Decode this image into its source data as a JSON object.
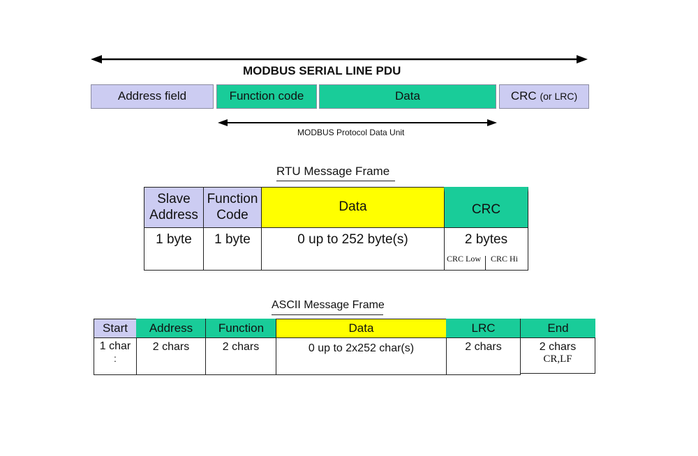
{
  "pdu": {
    "title": "MODBUS SERIAL LINE PDU",
    "fields": {
      "address": "Address field",
      "function": "Function code",
      "data": "Data",
      "crc_main": "CRC",
      "crc_alt": "(or LRC)"
    },
    "protocol_unit_label": "MODBUS Protocol Data Unit"
  },
  "rtu": {
    "title": "RTU Message Frame",
    "headers": {
      "slave_address": "Slave\nAddress",
      "function_code": "Function\nCode",
      "data": "Data",
      "crc": "CRC"
    },
    "values": {
      "slave_address": "1 byte",
      "function_code": "1 byte",
      "data": "0 up to 252 byte(s)",
      "crc": "2 bytes",
      "crc_low": "CRC Low",
      "crc_hi": "CRC Hi"
    }
  },
  "ascii": {
    "title": "ASCII Message Frame",
    "headers": {
      "start": "Start",
      "address": "Address",
      "function": "Function",
      "data": "Data",
      "lrc": "LRC",
      "end": "End"
    },
    "values": {
      "start": "1 char",
      "start_char": ":",
      "address": "2 chars",
      "function": "2 chars",
      "data": "0 up to 2x252 char(s)",
      "lrc": "2 chars",
      "end": "2 chars",
      "end_chars": "CR,LF"
    }
  },
  "colors": {
    "lavender": "#ccccf2",
    "teal": "#19cc99",
    "yellow": "#ffff00"
  }
}
